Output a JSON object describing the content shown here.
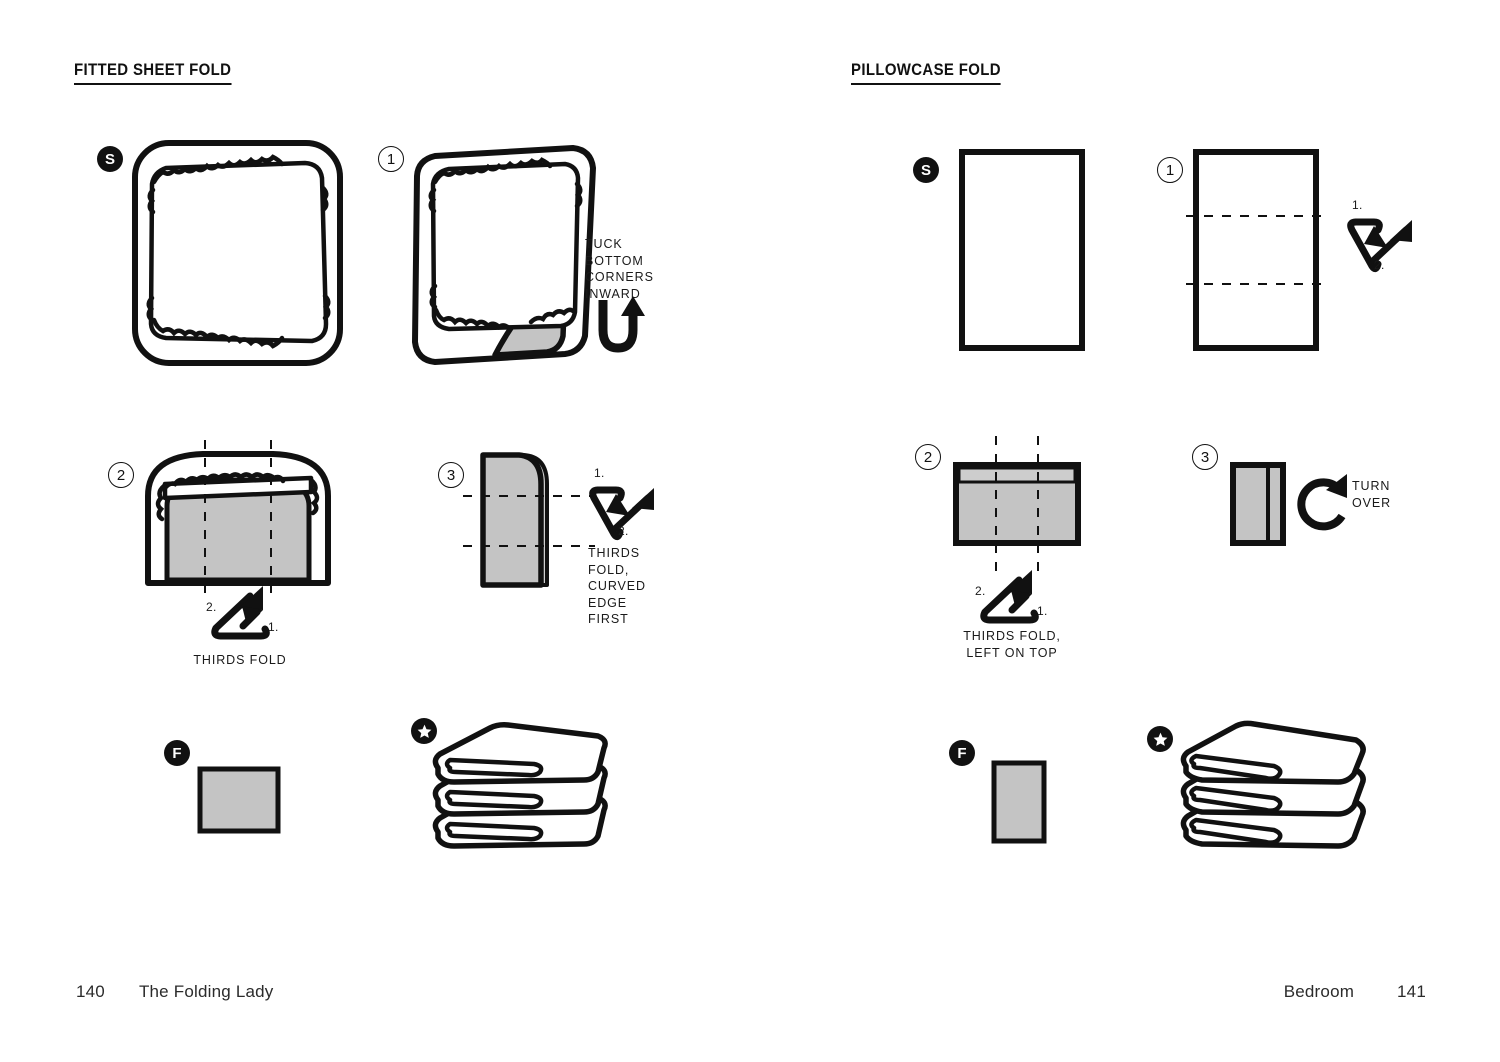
{
  "page": {
    "background": "#ffffff",
    "ink": "#111111",
    "fabric_gray": "#c4c4c4"
  },
  "sections": {
    "left": {
      "title": "FITTED SHEET FOLD"
    },
    "right": {
      "title": "PILLOWCASE FOLD"
    }
  },
  "badges": {
    "start": "S",
    "finish": "F",
    "star": "star-icon",
    "step1": "1",
    "step2": "2",
    "step3": "3"
  },
  "fitted_sheet": {
    "steps": [
      {
        "badge": "S",
        "caption": ""
      },
      {
        "badge": "1",
        "caption": "TUCK\nBOTTOM\nCORNERS\nINWARD",
        "arrow": "u-turn-arrow"
      },
      {
        "badge": "2",
        "caption": "THIRDS FOLD",
        "arrow": "thirds-fold-arrow",
        "marks": [
          "2.",
          "1."
        ]
      },
      {
        "badge": "3",
        "caption": "THIRDS\nFOLD,\nCURVED\nEDGE\nFIRST",
        "arrow": "thirds-fold-arrow-right",
        "marks": [
          "1.",
          "2."
        ]
      },
      {
        "badge": "F",
        "caption": ""
      },
      {
        "badge": "star",
        "caption": ""
      }
    ]
  },
  "pillowcase": {
    "steps": [
      {
        "badge": "S",
        "caption": ""
      },
      {
        "badge": "1",
        "caption": "",
        "arrow": "thirds-fold-arrow-right",
        "marks": [
          "1.",
          "2."
        ]
      },
      {
        "badge": "2",
        "caption": "THIRDS FOLD,\nLEFT ON TOP",
        "arrow": "thirds-fold-arrow",
        "marks": [
          "2.",
          "1."
        ]
      },
      {
        "badge": "3",
        "caption": "TURN\nOVER",
        "arrow": "turn-over-arrow"
      },
      {
        "badge": "F",
        "caption": ""
      },
      {
        "badge": "star",
        "caption": ""
      }
    ]
  },
  "footer": {
    "left_page": "140",
    "left_label": "The Folding Lady",
    "right_label": "Bedroom",
    "right_page": "141"
  }
}
